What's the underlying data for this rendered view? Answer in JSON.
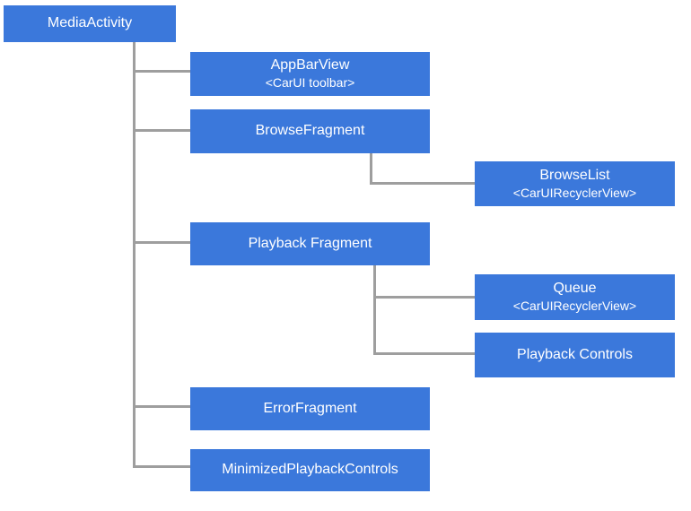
{
  "colors": {
    "node_fill": "#3B78DB",
    "node_text": "#FFFFFF",
    "connector": "#9E9E9E",
    "background": "#FFFFFF"
  },
  "nodes": {
    "media_activity": {
      "label": "MediaActivity"
    },
    "app_bar_view": {
      "label": "AppBarView",
      "sublabel": "<CarUI toolbar>"
    },
    "browse_fragment": {
      "label": "BrowseFragment"
    },
    "browse_list": {
      "label": "BrowseList",
      "sublabel": "<CarUIRecyclerView>"
    },
    "playback_fragment": {
      "label": "Playback Fragment"
    },
    "queue": {
      "label": "Queue",
      "sublabel": "<CarUIRecyclerView>"
    },
    "playback_controls": {
      "label": "Playback Controls"
    },
    "error_fragment": {
      "label": "ErrorFragment"
    },
    "minimized_playback_controls": {
      "label": "MinimizedPlaybackControls"
    }
  }
}
